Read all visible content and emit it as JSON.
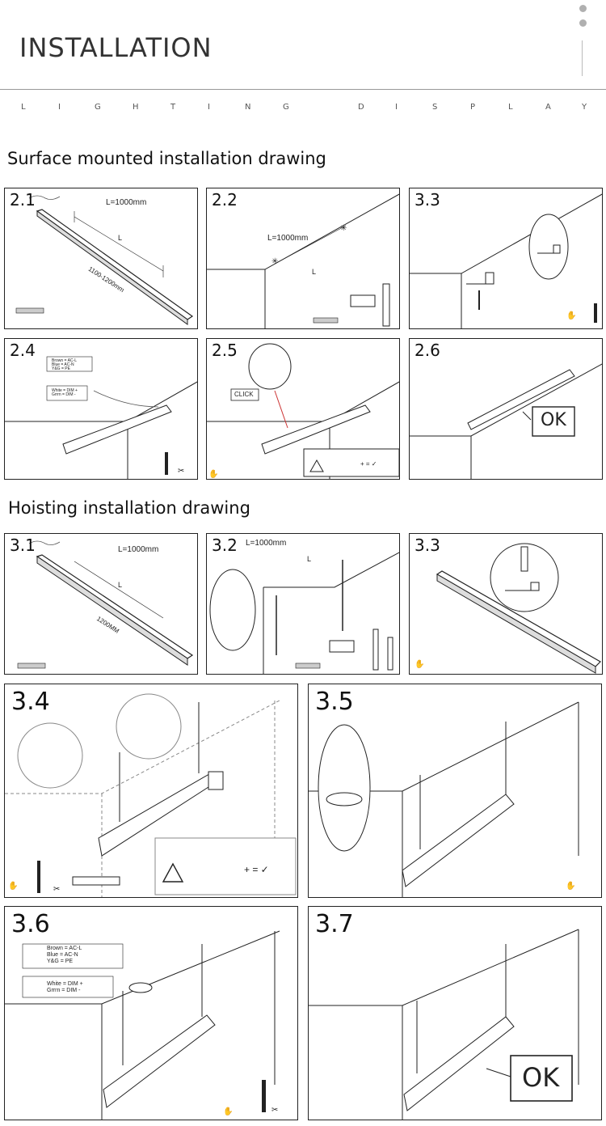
{
  "header": {
    "title": "INSTALLATION",
    "subtitle_letters": [
      "L",
      "I",
      "G",
      "H",
      "T",
      "I",
      "N",
      "G",
      "D",
      "I",
      "S",
      "P",
      "L",
      "A",
      "Y"
    ]
  },
  "sections": {
    "surface": "Surface mounted installation drawing",
    "hoisting": "Hoisting installation drawing"
  },
  "panels": {
    "p21": {
      "label": "2.1",
      "dim_top": "L=1000mm",
      "dim_l": "L",
      "dim_len": "1100-1200mm"
    },
    "p22": {
      "label": "2.2",
      "dim_top": "L=1000mm",
      "dim_l": "L"
    },
    "p33a": {
      "label": "3.3"
    },
    "p24": {
      "label": "2.4",
      "wire1": "Brown = AC-L",
      "wire2": "Blue = AC-N",
      "wire3": "Y&G = PE",
      "wire4": "White = DIM +",
      "wire5": "Grrrn = DIM -"
    },
    "p25": {
      "label": "2.5",
      "click": "CLICK",
      "eq": "+ = ✓"
    },
    "p26": {
      "label": "2.6",
      "ok": "OK"
    },
    "p31": {
      "label": "3.1",
      "dim_top": "L=1000mm",
      "dim_l": "L",
      "dim_len": "1200MM"
    },
    "p32": {
      "label": "3.2",
      "dim_top": "L=1000mm",
      "dim_l": "L"
    },
    "p33b": {
      "label": "3.3"
    },
    "p34": {
      "label": "3.4",
      "eq": "+ = ✓"
    },
    "p35": {
      "label": "3.5"
    },
    "p36": {
      "label": "3.6",
      "wire1": "Brown = AC-L",
      "wire2": "Blue = AC-N",
      "wire3": "Y&G = PE",
      "wire4": "White = DIM +",
      "wire5": "Grrrn = DIM -"
    },
    "p37": {
      "label": "3.7",
      "ok": "OK"
    }
  },
  "icons": [
    "gloves-icon",
    "screwdriver-icon",
    "pliers-icon",
    "drill-icon",
    "level-icon",
    "ruler-icon",
    "warning-icon",
    "checkmark-icon"
  ]
}
